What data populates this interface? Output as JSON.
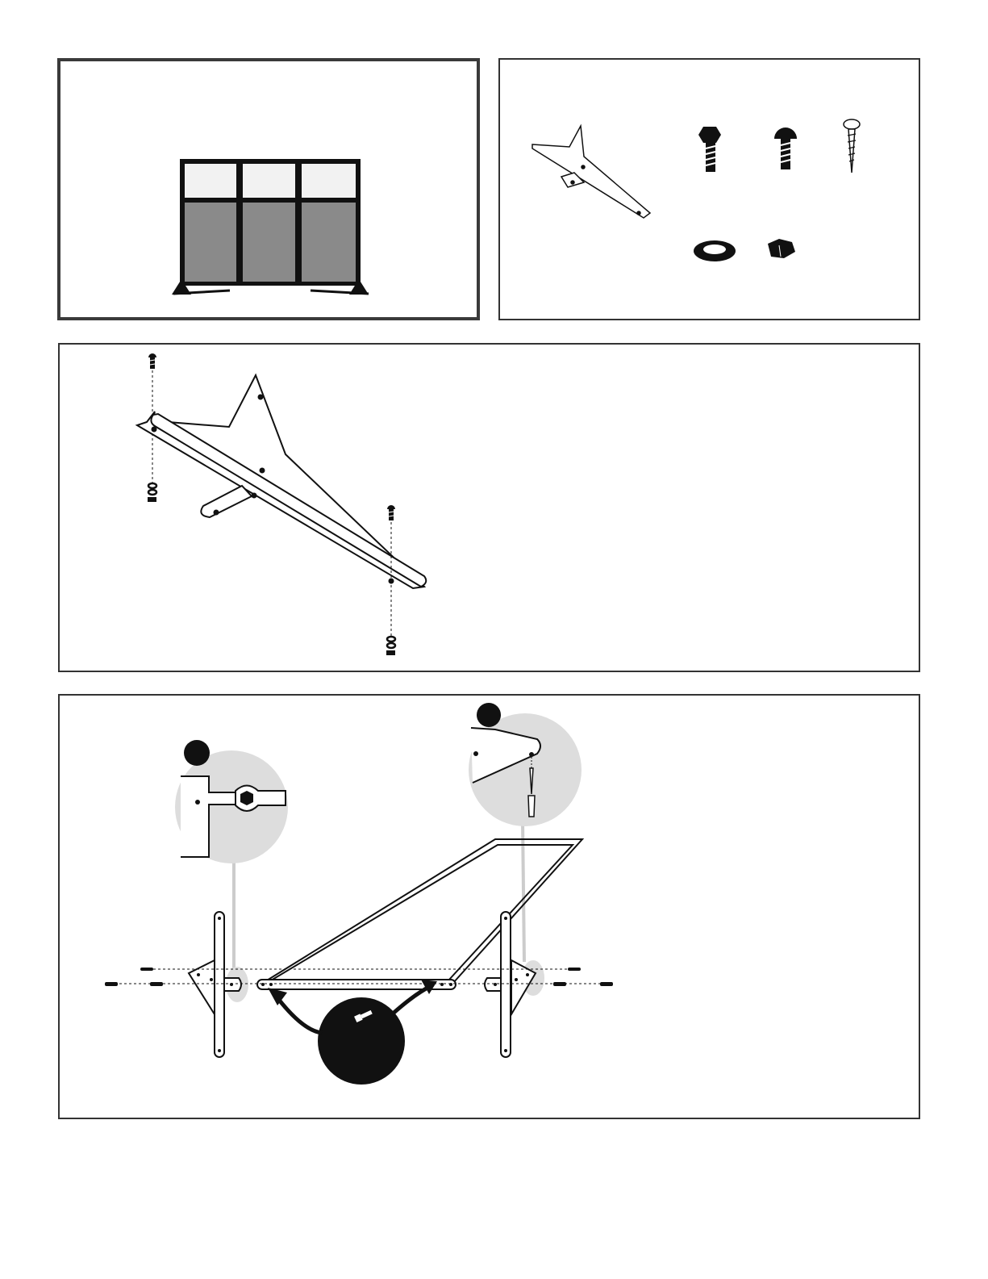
{
  "colors": {
    "ink": "#111111",
    "panel_fabric": "#8a8a8a",
    "panel_window": "#f2f2f2",
    "detail_circle": "#dddddd",
    "leader_line": "#cccccc",
    "callout_fill": "#111111"
  },
  "panels": [
    {
      "id": "finished-partition",
      "icons": [
        "room-divider-icon"
      ]
    },
    {
      "id": "hardware-kit",
      "icons": [
        "stabilizer-foot-icon",
        "hex-bolt-icon",
        "round-head-bolt-icon",
        "wood-screw-icon",
        "washer-icon",
        "hex-nut-icon"
      ]
    },
    {
      "id": "foot-assembly",
      "icons": [
        "stabilizer-foot-icon",
        "bolt-icon",
        "washer-icon",
        "nut-icon"
      ]
    },
    {
      "id": "base-assembly",
      "icons": [
        "wrench-detail-icon",
        "screwdriver-detail-icon",
        "bolt-callout-icon"
      ]
    }
  ]
}
